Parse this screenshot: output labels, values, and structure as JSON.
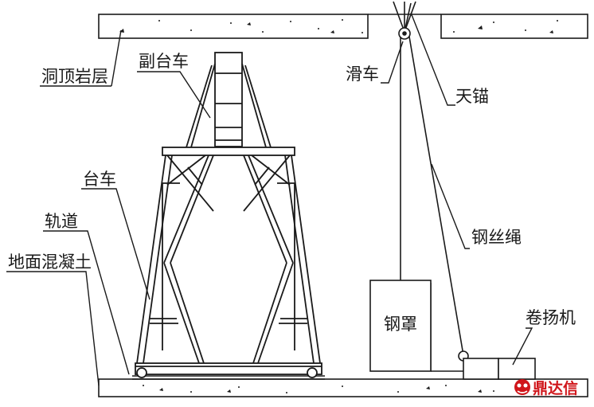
{
  "labels": {
    "roof_rock": "洞顶岩层",
    "sub_carriage": "副台车",
    "pulley": "滑车",
    "anchor": "天锚",
    "carriage": "台车",
    "rail": "轨道",
    "ground_concrete": "地面混凝土",
    "wire_rope": "钢丝绳",
    "steel_cover": "钢罩",
    "winch": "卷扬机"
  },
  "watermark": {
    "text": "鼎达信",
    "color": "#d0161b"
  },
  "colors": {
    "line": "#1a1a1a",
    "background": "#ffffff"
  }
}
